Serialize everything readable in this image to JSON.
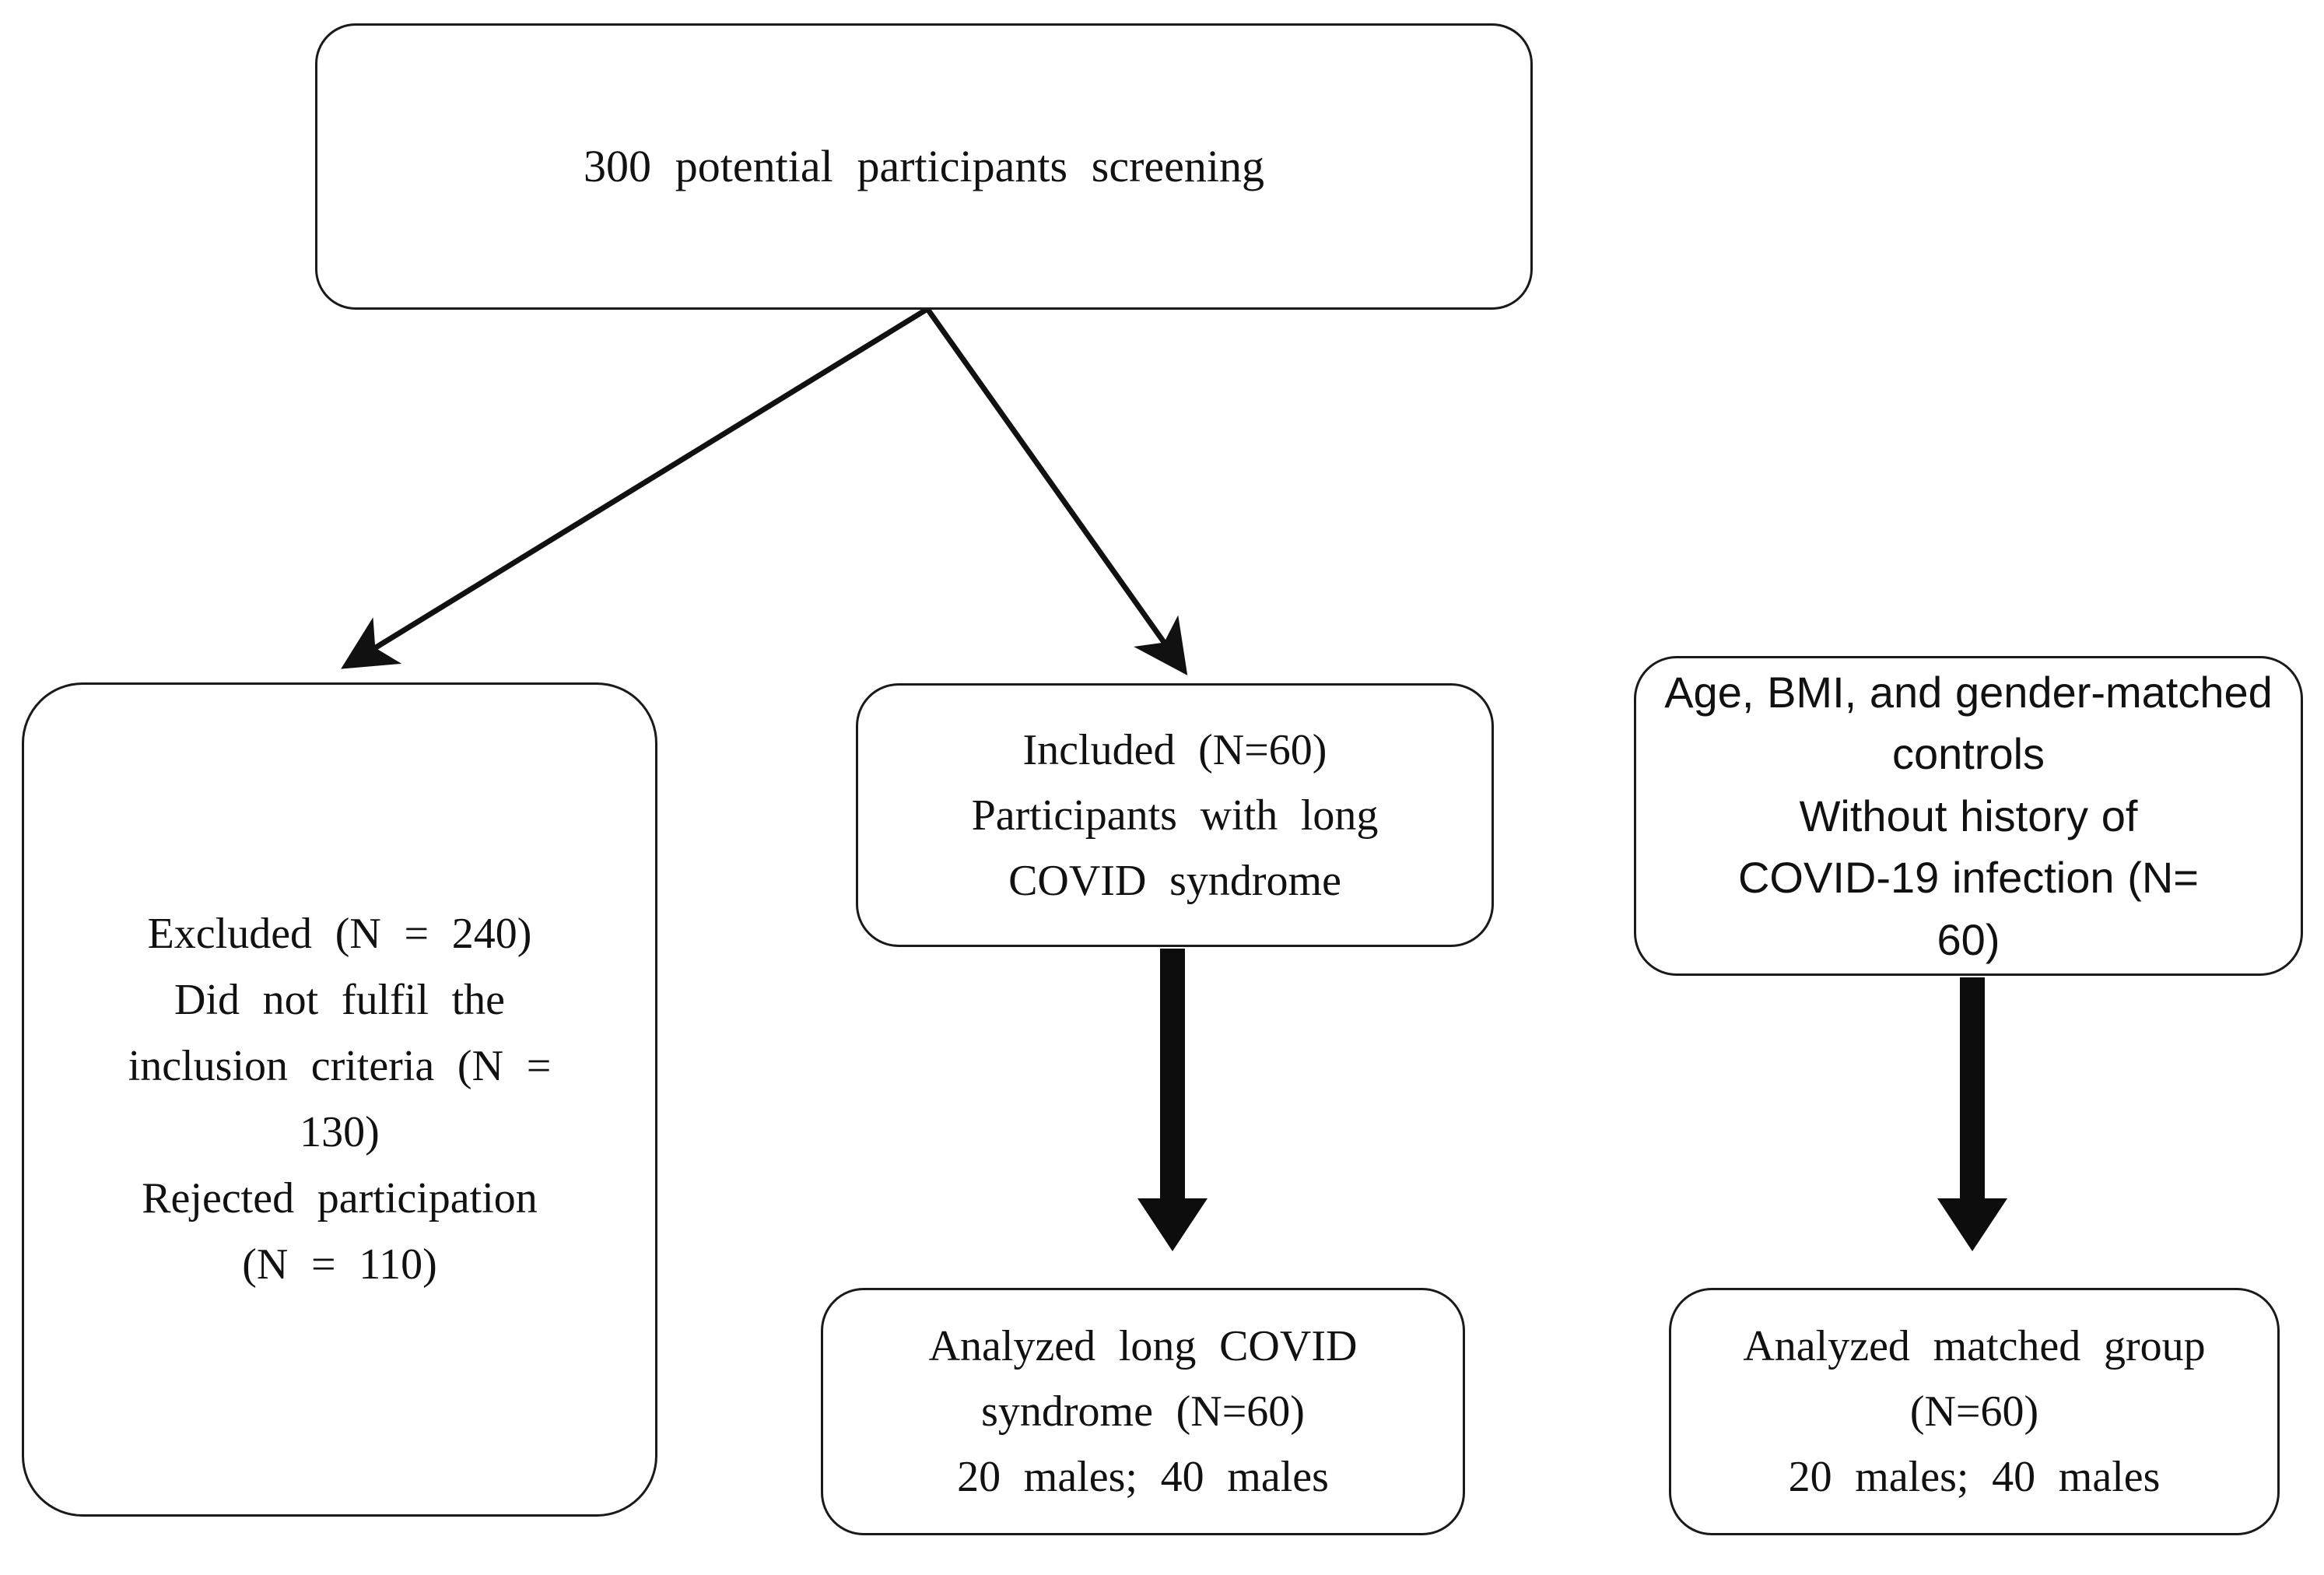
{
  "figure": {
    "type": "flowchart",
    "orientation": "top-down",
    "background_color": "#ffffff",
    "line_color": "#1a1a1a",
    "text_color": "#111111"
  },
  "nodes": {
    "screening": {
      "id": "screening",
      "label": "300 potential  participants  screening",
      "count": 300,
      "font_style": "serif"
    },
    "excluded": {
      "id": "excluded",
      "label": "Excluded  (N = 240)\nDid not fulfil  the\ninclusion  criteria (N =\n130)\nRejected participation\n(N = 110)",
      "count": 240,
      "reasons": [
        {
          "reason": "Did not fulfil the inclusion criteria",
          "n": 130
        },
        {
          "reason": "Rejected participation",
          "n": 110
        }
      ],
      "font_style": "serif"
    },
    "included": {
      "id": "included",
      "label": "Included  (N=60)\nParticipants  with  long\nCOVID syndrome",
      "count": 60,
      "font_style": "serif"
    },
    "matched_controls": {
      "id": "matched_controls",
      "label": "Age, BMI, and gender-matched controls\nWithout history of\nCOVID-19 infection (N=\n60)",
      "count": 60,
      "font_style": "sans"
    },
    "analyzed_long": {
      "id": "analyzed_long",
      "label": "Analyzed  long COVID\nsyndrome  (N=60)\n20 males; 40 males",
      "count": 60,
      "composition": "20 males; 40 males",
      "font_style": "serif"
    },
    "analyzed_matched": {
      "id": "analyzed_matched",
      "label": "Analyzed  matched  group\n(N=60)\n20 males; 40 males",
      "count": 60,
      "composition": "20 males; 40 males",
      "font_style": "serif"
    }
  },
  "edges": [
    {
      "id": "screening-to-excluded",
      "from": "screening",
      "to": "excluded",
      "style": "thin-diagonal-arrow"
    },
    {
      "id": "screening-to-included",
      "from": "screening",
      "to": "included",
      "style": "thin-diagonal-arrow"
    },
    {
      "id": "included-to-analyzed-long",
      "from": "included",
      "to": "analyzed_long",
      "style": "thick-block-arrow"
    },
    {
      "id": "matched-to-analyzed-matched",
      "from": "matched_controls",
      "to": "analyzed_matched",
      "style": "thick-block-arrow"
    }
  ]
}
